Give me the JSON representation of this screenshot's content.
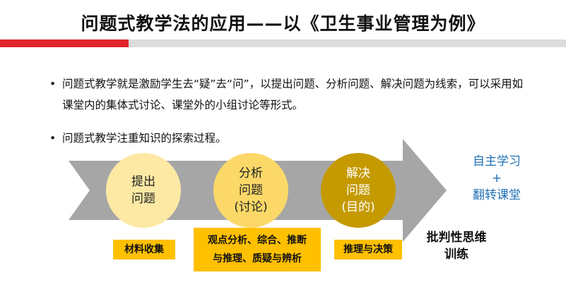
{
  "title": "问题式教学法的应用——以《卫生事业管理为例》",
  "bullets": [
    {
      "dot": "•",
      "text": "问题式教学就是激励学生去“疑”去“问”，以提出问题、分析问题、解决问题为线索，可以采用如课堂内的集体式讨论、课堂外的小组讨论等形式。"
    },
    {
      "dot": "•",
      "text": "问题式教学注重知识的探索过程。"
    }
  ],
  "steps": [
    {
      "line1": "提出",
      "line2": "问题",
      "line3": ""
    },
    {
      "line1": "分析",
      "line2": "问题",
      "line3": "(讨论)"
    },
    {
      "line1": "解决",
      "line2": "问题",
      "line3": "(目的)"
    }
  ],
  "outcome": {
    "line1": "自主学习",
    "line2": "+",
    "line3": "翻转课堂"
  },
  "boxes": [
    {
      "line1": "材料收集",
      "line2": ""
    },
    {
      "line1": "观点分析、综合、推断",
      "line2": "与推理、质疑与辨析"
    },
    {
      "line1": "推理与决策",
      "line2": ""
    }
  ],
  "critical": {
    "line1": "批判性思维",
    "line2": "训练"
  },
  "colors": {
    "accent_red": "#e0262b",
    "arrow_gray": "#a6a6a6",
    "step1": "#fde9a4",
    "step2": "#fbd868",
    "step3": "#c49a00",
    "box_orange": "#ffc000",
    "outcome_blue": "#1f6fb6"
  }
}
